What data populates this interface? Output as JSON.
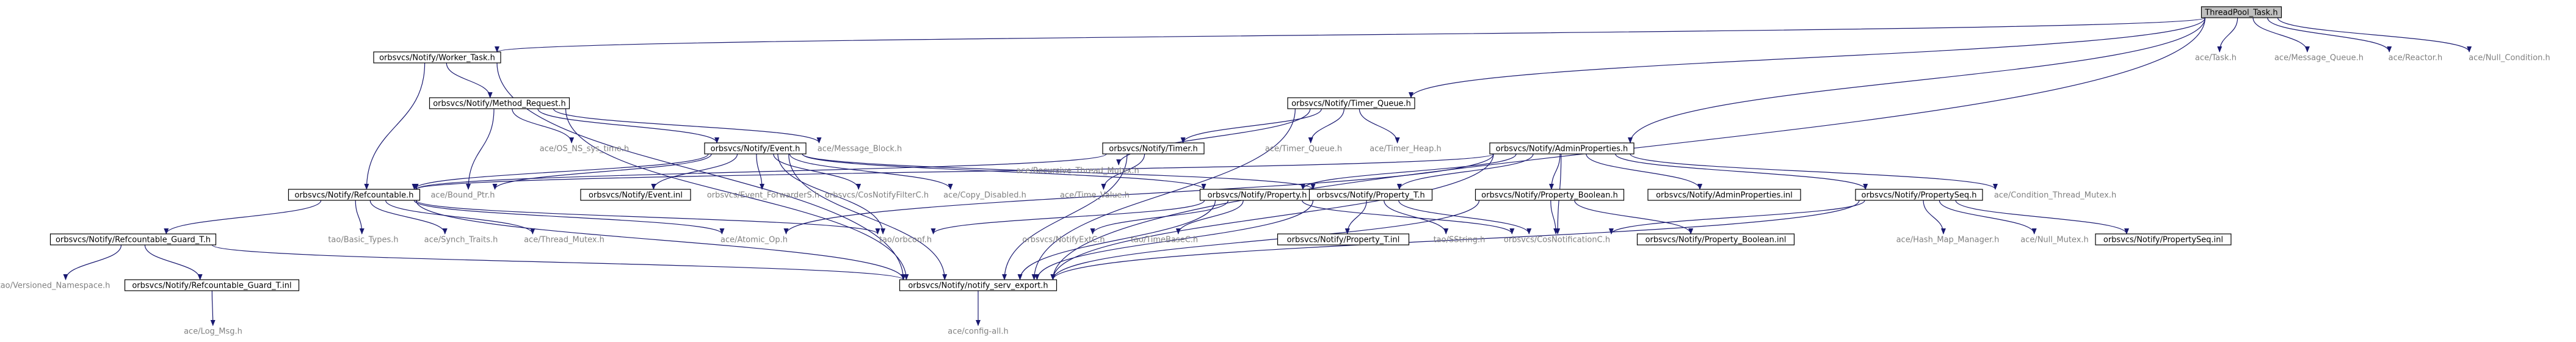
{
  "colors": {
    "edge": "#191970",
    "boxed_stroke": "#000000",
    "boxed_fill": "#ffffff",
    "root_fill": "#bfbfbf",
    "label": "#000000",
    "external_label": "#808080"
  },
  "nodes": [
    {
      "id": "root",
      "label": "ThreadPool_Task.h",
      "style": "root"
    },
    {
      "id": "worker",
      "label": "orbsvcs/Notify/Worker_Task.h",
      "style": "boxed"
    },
    {
      "id": "ace_task",
      "label": "ace/Task.h",
      "style": "external"
    },
    {
      "id": "ace_mq",
      "label": "ace/Message_Queue.h",
      "style": "external"
    },
    {
      "id": "ace_reactor",
      "label": "ace/Reactor.h",
      "style": "external"
    },
    {
      "id": "ace_nullcond",
      "label": "ace/Null_Condition.h",
      "style": "external"
    },
    {
      "id": "method_req",
      "label": "orbsvcs/Notify/Method_Request.h",
      "style": "boxed"
    },
    {
      "id": "timer_queue",
      "label": "orbsvcs/Notify/Timer_Queue.h",
      "style": "boxed"
    },
    {
      "id": "ace_os_ns_sys_time",
      "label": "ace/OS_NS_sys_time.h",
      "style": "external"
    },
    {
      "id": "ace_msg_block",
      "label": "ace/Message_Block.h",
      "style": "external"
    },
    {
      "id": "event",
      "label": "orbsvcs/Notify/Event.h",
      "style": "boxed"
    },
    {
      "id": "ace_recursive",
      "label": "ace/Recursive_Thread_Mutex.h",
      "style": "external"
    },
    {
      "id": "timer",
      "label": "orbsvcs/Notify/Timer.h",
      "style": "boxed"
    },
    {
      "id": "ace_timer_queue",
      "label": "ace/Timer_Queue.h",
      "style": "external"
    },
    {
      "id": "ace_timer_heap",
      "label": "ace/Timer_Heap.h",
      "style": "external"
    },
    {
      "id": "admin_props",
      "label": "orbsvcs/Notify/AdminProperties.h",
      "style": "boxed"
    },
    {
      "id": "refcountable",
      "label": "orbsvcs/Notify/Refcountable.h",
      "style": "boxed"
    },
    {
      "id": "ace_bound_ptr",
      "label": "ace/Bound_Ptr.h",
      "style": "external"
    },
    {
      "id": "event_inl",
      "label": "orbsvcs/Notify/Event.inl",
      "style": "boxed"
    },
    {
      "id": "event_fwd",
      "label": "orbsvcs/Event_ForwarderS.h",
      "style": "external"
    },
    {
      "id": "cos_filter",
      "label": "orbsvcs/CosNotifyFilterC.h",
      "style": "external"
    },
    {
      "id": "ace_copy_disabled",
      "label": "ace/Copy_Disabled.h",
      "style": "external"
    },
    {
      "id": "ace_time_value",
      "label": "ace/Time_Value.h",
      "style": "external"
    },
    {
      "id": "property",
      "label": "orbsvcs/Notify/Property.h",
      "style": "boxed"
    },
    {
      "id": "property_t",
      "label": "orbsvcs/Notify/Property_T.h",
      "style": "boxed"
    },
    {
      "id": "property_bool",
      "label": "orbsvcs/Notify/Property_Boolean.h",
      "style": "boxed"
    },
    {
      "id": "admin_props_inl",
      "label": "orbsvcs/Notify/AdminProperties.inl",
      "style": "boxed"
    },
    {
      "id": "propertyseq",
      "label": "orbsvcs/Notify/PropertySeq.h",
      "style": "boxed"
    },
    {
      "id": "ace_cond_thread_mutex",
      "label": "ace/Condition_Thread_Mutex.h",
      "style": "external"
    },
    {
      "id": "refcount_guard",
      "label": "orbsvcs/Notify/Refcountable_Guard_T.h",
      "style": "boxed"
    },
    {
      "id": "tao_basic_types",
      "label": "tao/Basic_Types.h",
      "style": "external"
    },
    {
      "id": "ace_synch_traits",
      "label": "ace/Synch_Traits.h",
      "style": "external"
    },
    {
      "id": "ace_thread_mutex",
      "label": "ace/Thread_Mutex.h",
      "style": "external"
    },
    {
      "id": "ace_atomic_op",
      "label": "ace/Atomic_Op.h",
      "style": "external"
    },
    {
      "id": "tao_orbconf",
      "label": "tao/orbconf.h",
      "style": "external"
    },
    {
      "id": "tao_timebase",
      "label": "tao/TimeBaseC.h",
      "style": "external"
    },
    {
      "id": "notify_extc",
      "label": "orbsvcs/NotifyExtC.h",
      "style": "external"
    },
    {
      "id": "property_t_inl",
      "label": "orbsvcs/Notify/Property_T.inl",
      "style": "boxed"
    },
    {
      "id": "tao_sstring",
      "label": "tao/SString.h",
      "style": "external"
    },
    {
      "id": "cos_notification",
      "label": "orbsvcs/CosNotificationC.h",
      "style": "external"
    },
    {
      "id": "property_bool_inl",
      "label": "orbsvcs/Notify/Property_Boolean.inl",
      "style": "boxed"
    },
    {
      "id": "ace_hash_map",
      "label": "ace/Hash_Map_Manager.h",
      "style": "external"
    },
    {
      "id": "ace_null_mutex",
      "label": "ace/Null_Mutex.h",
      "style": "external"
    },
    {
      "id": "propertyseq_inl",
      "label": "orbsvcs/Notify/PropertySeq.inl",
      "style": "boxed"
    },
    {
      "id": "tao_versioned_ns",
      "label": "tao/Versioned_Namespace.h",
      "style": "external"
    },
    {
      "id": "refcount_guard_inl",
      "label": "orbsvcs/Notify/Refcountable_Guard_T.inl",
      "style": "boxed"
    },
    {
      "id": "serv_export",
      "label": "orbsvcs/Notify/notify_serv_export.h",
      "style": "boxed"
    },
    {
      "id": "ace_log_msg",
      "label": "ace/Log_Msg.h",
      "style": "external"
    },
    {
      "id": "ace_config_all",
      "label": "ace/config-all.h",
      "style": "external"
    }
  ],
  "edges": [
    [
      "root",
      "worker"
    ],
    [
      "root",
      "ace_task"
    ],
    [
      "root",
      "ace_mq"
    ],
    [
      "root",
      "ace_reactor"
    ],
    [
      "root",
      "ace_nullcond"
    ],
    [
      "root",
      "timer_queue"
    ],
    [
      "root",
      "admin_props"
    ],
    [
      "root",
      "serv_export"
    ],
    [
      "worker",
      "method_req"
    ],
    [
      "worker",
      "refcountable"
    ],
    [
      "worker",
      "serv_export"
    ],
    [
      "method_req",
      "ace_os_ns_sys_time"
    ],
    [
      "method_req",
      "ace_msg_block"
    ],
    [
      "method_req",
      "event"
    ],
    [
      "method_req",
      "ace_bound_ptr"
    ],
    [
      "method_req",
      "serv_export"
    ],
    [
      "event",
      "refcountable"
    ],
    [
      "event",
      "ace_bound_ptr"
    ],
    [
      "event",
      "event_inl"
    ],
    [
      "event",
      "event_fwd"
    ],
    [
      "event",
      "cos_filter"
    ],
    [
      "event",
      "ace_copy_disabled"
    ],
    [
      "event",
      "property"
    ],
    [
      "event",
      "property_t"
    ],
    [
      "event",
      "tao_orbconf"
    ],
    [
      "event",
      "serv_export"
    ],
    [
      "timer_queue",
      "ace_recursive"
    ],
    [
      "timer_queue",
      "timer"
    ],
    [
      "timer_queue",
      "ace_timer_queue"
    ],
    [
      "timer_queue",
      "ace_timer_heap"
    ],
    [
      "timer_queue",
      "serv_export"
    ],
    [
      "timer",
      "refcountable"
    ],
    [
      "timer",
      "ace_time_value"
    ],
    [
      "timer",
      "serv_export"
    ],
    [
      "admin_props",
      "refcountable"
    ],
    [
      "admin_props",
      "property"
    ],
    [
      "admin_props",
      "property_t"
    ],
    [
      "admin_props",
      "property_bool"
    ],
    [
      "admin_props",
      "admin_props_inl"
    ],
    [
      "admin_props",
      "propertyseq"
    ],
    [
      "admin_props",
      "ace_cond_thread_mutex"
    ],
    [
      "admin_props",
      "ace_atomic_op"
    ],
    [
      "admin_props",
      "cos_notification"
    ],
    [
      "admin_props",
      "serv_export"
    ],
    [
      "refcountable",
      "refcount_guard"
    ],
    [
      "refcountable",
      "tao_basic_types"
    ],
    [
      "refcountable",
      "ace_synch_traits"
    ],
    [
      "refcountable",
      "ace_thread_mutex"
    ],
    [
      "refcountable",
      "ace_atomic_op"
    ],
    [
      "refcountable",
      "tao_orbconf"
    ],
    [
      "refcountable",
      "serv_export"
    ],
    [
      "refcount_guard",
      "tao_versioned_ns"
    ],
    [
      "refcount_guard",
      "refcount_guard_inl"
    ],
    [
      "refcount_guard",
      "serv_export"
    ],
    [
      "refcount_guard_inl",
      "ace_log_msg"
    ],
    [
      "property",
      "tao_orbconf"
    ],
    [
      "property",
      "tao_timebase"
    ],
    [
      "property",
      "notify_extc"
    ],
    [
      "property",
      "cos_notification"
    ],
    [
      "property",
      "serv_export"
    ],
    [
      "property_t",
      "property_t_inl"
    ],
    [
      "property_t",
      "tao_sstring"
    ],
    [
      "property_t",
      "cos_notification"
    ],
    [
      "property_t",
      "serv_export"
    ],
    [
      "property_bool",
      "property_bool_inl"
    ],
    [
      "property_bool",
      "cos_notification"
    ],
    [
      "property_bool",
      "serv_export"
    ],
    [
      "propertyseq",
      "ace_hash_map"
    ],
    [
      "propertyseq",
      "ace_null_mutex"
    ],
    [
      "propertyseq",
      "propertyseq_inl"
    ],
    [
      "propertyseq",
      "cos_notification"
    ],
    [
      "propertyseq",
      "serv_export"
    ],
    [
      "serv_export",
      "ace_config_all"
    ]
  ]
}
